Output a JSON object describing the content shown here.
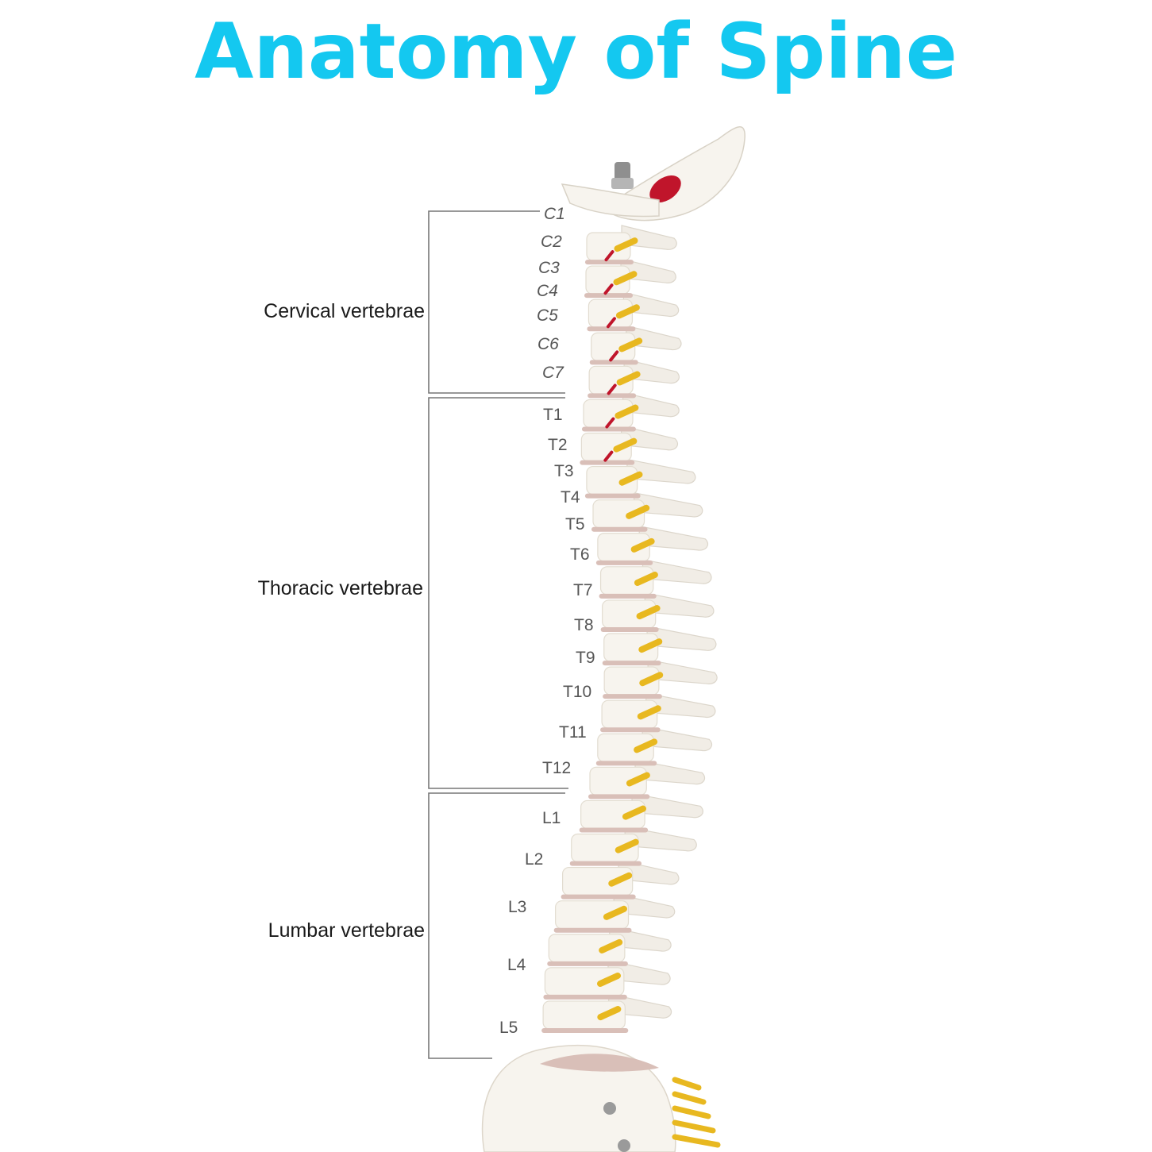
{
  "title": "Anatomy of Spine",
  "colors": {
    "title": "#14c8f0",
    "bone": "#f7f4ee",
    "disc": "#d9bfb8",
    "nerve": "#e8b820",
    "artery": "#c0152b"
  },
  "groups": [
    {
      "label": "Cervical vertebrae",
      "levels": [
        "C1",
        "C2",
        "C3",
        "C4",
        "C5",
        "C6",
        "C7"
      ]
    },
    {
      "label": "Thoracic vertebrae",
      "levels": [
        "T1",
        "T2",
        "T3",
        "T4",
        "T5",
        "T6",
        "T7",
        "T8",
        "T9",
        "T10",
        "T11",
        "T12"
      ]
    },
    {
      "label": "Lumbar vertebrae",
      "levels": [
        "L1",
        "L2",
        "L3",
        "L4",
        "L5"
      ]
    }
  ]
}
